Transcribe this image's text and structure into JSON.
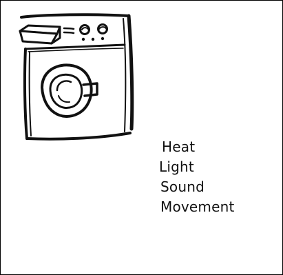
{
  "illustration": {
    "icon": "washing-machine-icon",
    "ink_color": "#111111"
  },
  "words": [
    "Heat",
    "Light",
    "Sound",
    "Movement"
  ]
}
